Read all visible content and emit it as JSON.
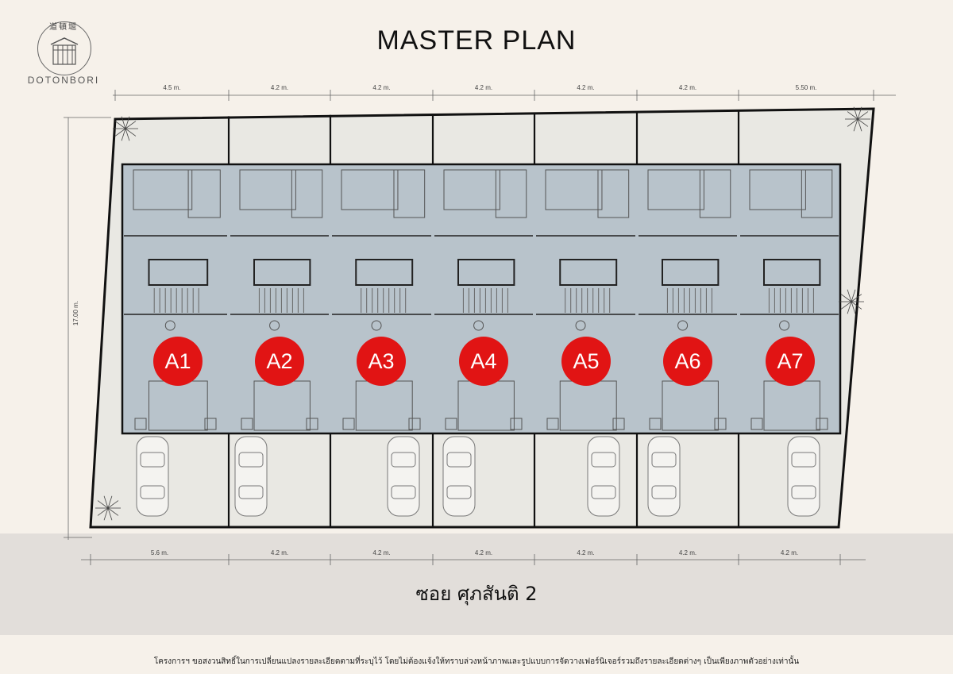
{
  "logo": {
    "kanji": "道頓堀",
    "brand": "DOTONBORI"
  },
  "title": "MASTER PLAN",
  "top_dimensions": [
    "4.5 m.",
    "4.2 m.",
    "4.2 m.",
    "4.2 m.",
    "4.2 m.",
    "4.2 m.",
    "5.50 m."
  ],
  "side_dimension": "17.00 m.",
  "bottom_dimensions": [
    "5.6 m.",
    "4.2 m.",
    "4.2 m.",
    "4.2 m.",
    "4.2 m.",
    "4.2 m.",
    "4.2 m."
  ],
  "units": [
    "A1",
    "A2",
    "A3",
    "A4",
    "A5",
    "A6",
    "A7"
  ],
  "street": "ซอย ศุภสันติ 2",
  "footer": "โครงการฯ ขอสงวนสิทธิ์ในการเปลี่ยนแปลงรายละเอียดตามที่ระบุไว้ โดยไม่ต้องแจ้งให้ทราบล่วงหน้าภาพและรูปแบบการจัดวางเฟอร์นิเจอร์รวมถึงรายละเอียดต่างๆ เป็นเพียงภาพตัวอย่างเท่านั้น",
  "colors": {
    "badge": "#e11414",
    "building": "#b8c3cb",
    "ground": "#e9e8e3",
    "street": "#e2deda",
    "background": "#f6f1ea"
  }
}
